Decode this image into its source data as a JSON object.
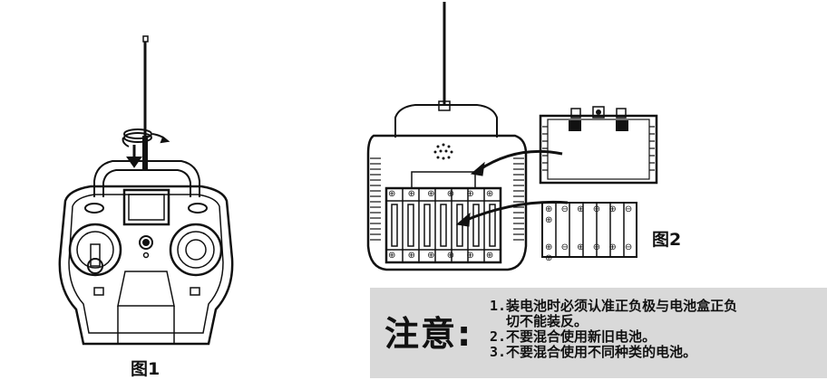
{
  "figure1": {
    "label": "图1"
  },
  "figure2": {
    "label": "图2"
  },
  "notice": {
    "title": "注意:",
    "items": [
      "1.装电池时必须认准正负极与电池盒正负",
      "  切不能装反。",
      "2.不要混合使用新旧电池。",
      "3.不要混合使用不同种类的电池。"
    ]
  },
  "battery_symbols": {
    "positive": "⊕",
    "negative": "⊖"
  },
  "colors": {
    "line": "#111111",
    "notice_bg": "#d9d9d9",
    "background": "#ffffff"
  }
}
